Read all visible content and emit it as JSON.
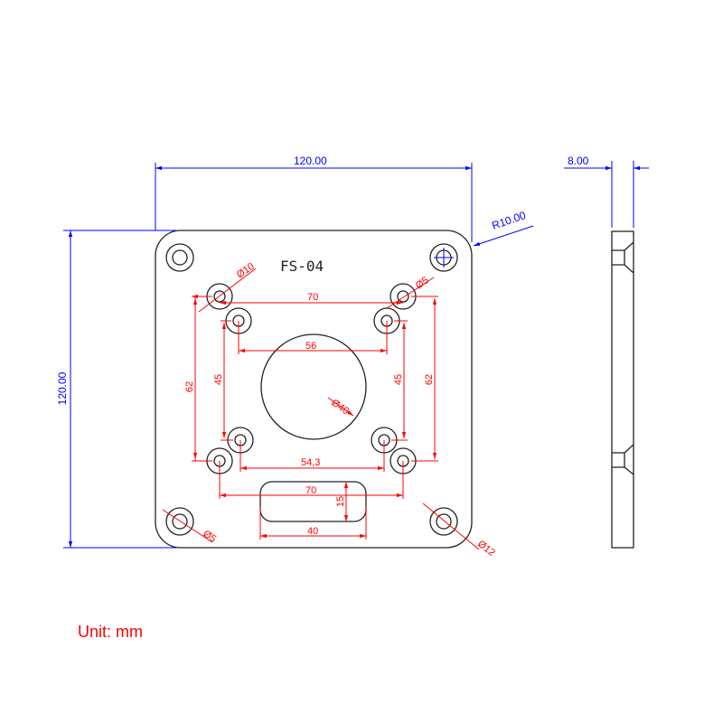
{
  "part_label": "FS-04",
  "unit_note": "Unit: mm",
  "colors": {
    "outline": "#222222",
    "dimension": "#ff0000",
    "overall_dimension": "#0000ff"
  },
  "overall": {
    "width": "120.00",
    "height": "120.00",
    "thickness": "8.00",
    "corner_radius": "R10.00"
  },
  "dims": {
    "top_spacing": "70",
    "left_outer": "62",
    "right_outer": "62",
    "left_inner": "45",
    "right_inner": "45",
    "inner_top": "56",
    "inner_bottom": "54,3",
    "bottom_spacing": "70",
    "slot_height": "15",
    "slot_width": "40",
    "center_hole": "Ø40",
    "hole_10": "Ø10",
    "hole_5": "Ø5",
    "corner_hole_5": "Ø5",
    "corner_hole_12": "Ø12"
  }
}
